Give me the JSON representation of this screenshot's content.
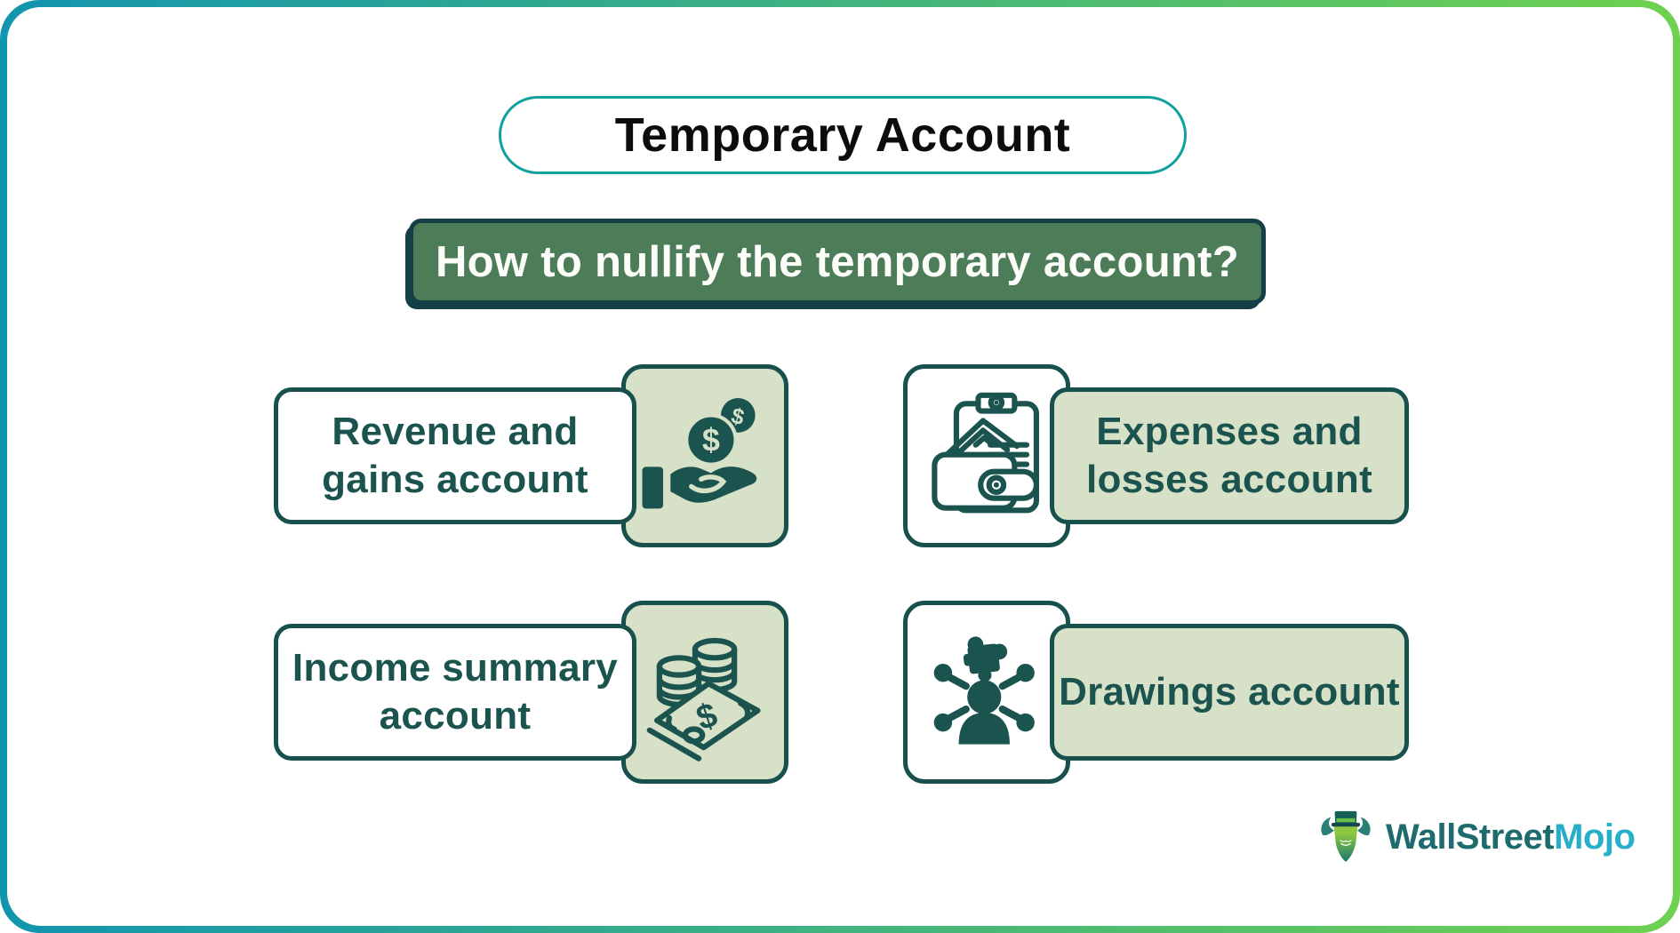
{
  "header": {
    "title": "Temporary Account",
    "question": "How to nullify the temporary account?"
  },
  "cards": [
    {
      "label": "Revenue and gains account",
      "icon": "hand-coins",
      "lines": [
        "Revenue and",
        "gains account"
      ]
    },
    {
      "label": "Expenses and losses account",
      "icon": "wallet-clipboard",
      "lines": [
        "Expenses and",
        "losses account"
      ]
    },
    {
      "label": "Income summary account",
      "icon": "coins-banknote",
      "lines": [
        "Income summary",
        "account"
      ]
    },
    {
      "label": "Drawings account",
      "icon": "person-network",
      "lines": [
        "Drawings account"
      ]
    }
  ],
  "branding": {
    "brand_primary": "WallStreet",
    "brand_secondary": "Mojo"
  },
  "glyphs": {
    "dollar": "$"
  },
  "colors": {
    "dark_teal": "#1b544f",
    "sage": "#d7e1c8",
    "banner_green": "#4d7c58",
    "banner_border": "#153f46",
    "pill_border": "#0fa09e",
    "edge_gradient_start": "#1195af",
    "edge_gradient_end": "#6fd14f",
    "brand_teal": "#1d6b6c",
    "brand_cyan": "#27aec9"
  }
}
